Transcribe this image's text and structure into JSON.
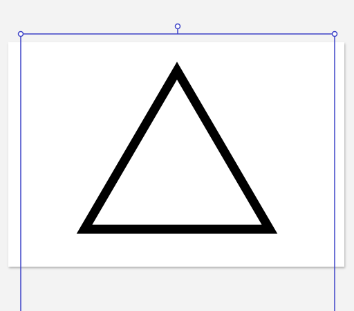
{
  "canvas": {
    "background": "#f3f3f3",
    "page_color": "#ffffff"
  },
  "shape": {
    "kind": "triangle-outline",
    "stroke_color": "#000000",
    "fill": "none"
  },
  "selection": {
    "color": "#3d43c7",
    "handles": [
      "top-left-handle",
      "top-right-handle",
      "rotate-handle"
    ]
  }
}
